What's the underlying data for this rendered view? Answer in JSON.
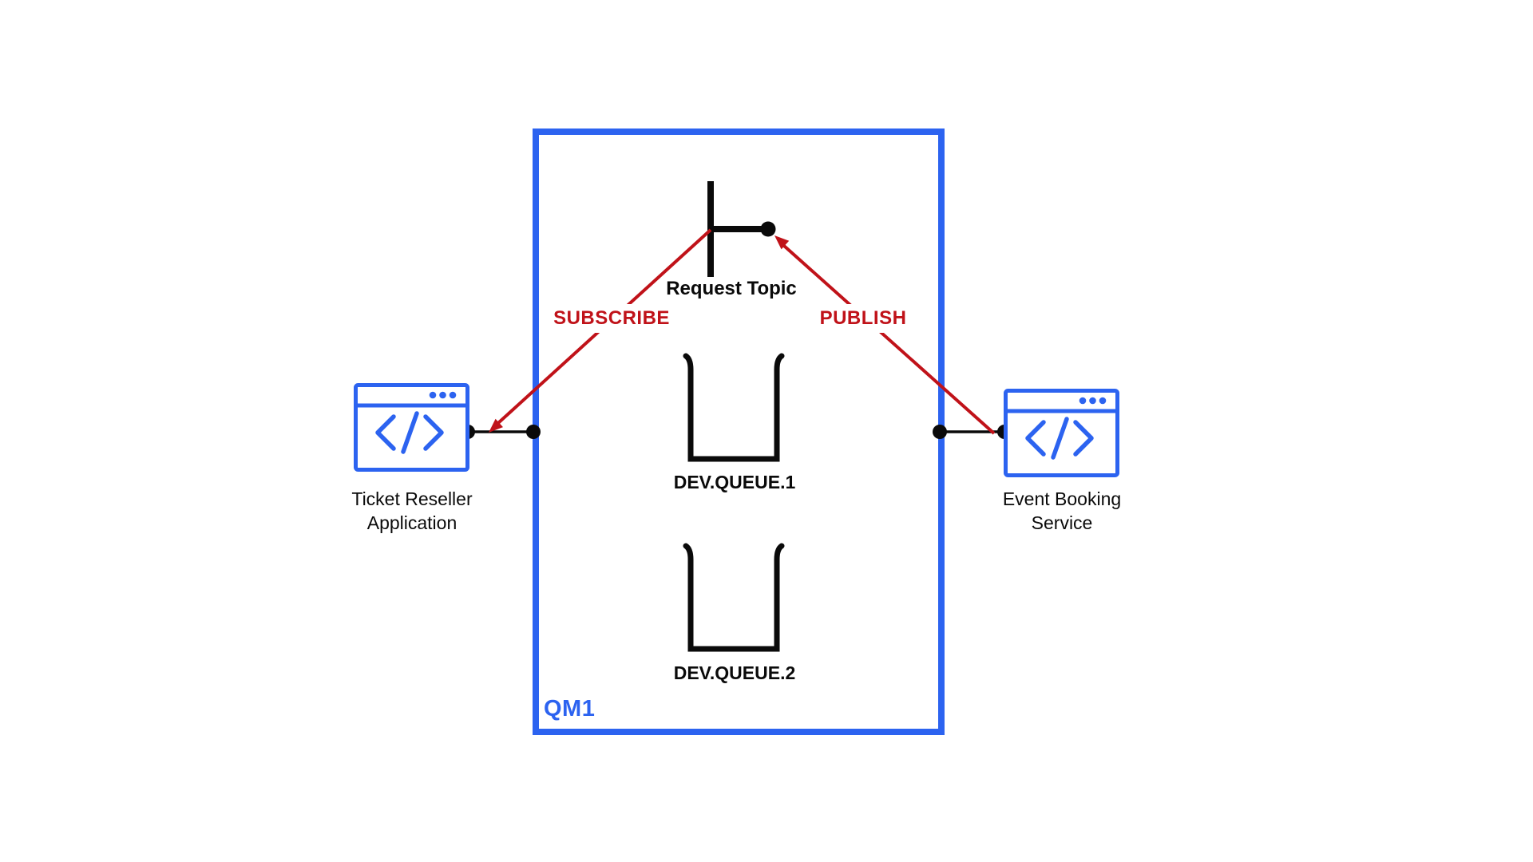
{
  "colors": {
    "blue": "#2c63f0",
    "red": "#c01219",
    "black": "#0a0a0a"
  },
  "queue_manager": {
    "label": "QM1"
  },
  "topic": {
    "label": "Request Topic"
  },
  "queues": [
    {
      "label": "DEV.QUEUE.1"
    },
    {
      "label": "DEV.QUEUE.2"
    }
  ],
  "apps": {
    "left": {
      "label_line1": "Ticket Reseller",
      "label_line2": "Application"
    },
    "right": {
      "label_line1": "Event Booking",
      "label_line2": "Service"
    }
  },
  "actions": {
    "subscribe": "SUBSCRIBE",
    "publish": "PUBLISH"
  }
}
